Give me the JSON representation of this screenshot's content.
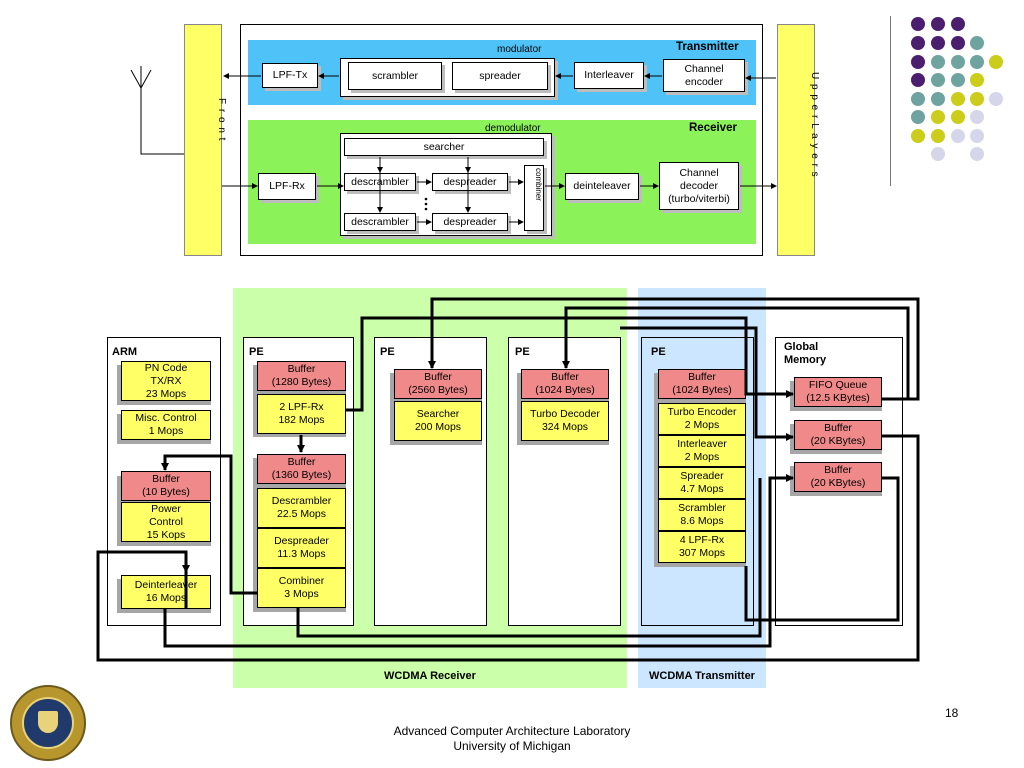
{
  "top": {
    "modulator_label": "modulator",
    "transmitter_label": "Transmitter",
    "receiver_label": "Receiver",
    "demodulator_label": "demodulator",
    "lpf_tx": "LPF-Tx",
    "scrambler": "scrambler",
    "spreader": "spreader",
    "interleaver": "Interleaver",
    "channel_encoder": [
      "Channel",
      "encoder"
    ],
    "lpf_rx": "LPF-Rx",
    "searcher": "searcher",
    "descrambler_1": "descrambler",
    "despreader_1": "despreader",
    "descrambler_2": "descrambler",
    "despreader_2": "despreader",
    "combiner_rot": "combiner",
    "deinteleaver": "deinteleaver",
    "channel_decoder": [
      "Channel",
      "decoder",
      "(turbo/viterbi)"
    ],
    "left_bar_rot": "F r o n t",
    "right_bar_rot": "U p p e r  L a y e r s"
  },
  "regions": {
    "wcdma_receiver": "WCDMA Receiver",
    "wcdma_transmitter": "WCDMA Transmitter"
  },
  "arm": {
    "title": "ARM",
    "pn_code": [
      "PN Code",
      "TX/RX",
      "23 Mops"
    ],
    "misc_control": [
      "Misc. Control",
      "1 Mops"
    ],
    "buffer": [
      "Buffer",
      "(10 Bytes)"
    ],
    "power_control": [
      "Power",
      "Control",
      "15 Kops"
    ],
    "deinterleaver": [
      "Deinterleaver",
      "16 Mops"
    ]
  },
  "pe1": {
    "title": "PE",
    "buffer_a": [
      "Buffer",
      "(1280 Bytes)"
    ],
    "lpf_rx": [
      "2 LPF-Rx",
      "182 Mops"
    ],
    "buffer_b": [
      "Buffer",
      "(1360 Bytes)"
    ],
    "descrambler": [
      "Descrambler",
      "22.5 Mops"
    ],
    "despreader": [
      "Despreader",
      "11.3 Mops"
    ],
    "combiner": [
      "Combiner",
      "3 Mops"
    ]
  },
  "pe2": {
    "title": "PE",
    "buffer": [
      "Buffer",
      "(2560 Bytes)"
    ],
    "searcher": [
      "Searcher",
      "200 Mops"
    ]
  },
  "pe3": {
    "title": "PE",
    "buffer": [
      "Buffer",
      "(1024 Bytes)"
    ],
    "turbo_decoder": [
      "Turbo Decoder",
      "324 Mops"
    ]
  },
  "pe4": {
    "title": "PE",
    "buffer": [
      "Buffer",
      "(1024 Bytes)"
    ],
    "turbo_encoder": [
      "Turbo Encoder",
      "2 Mops"
    ],
    "interleaver": [
      "Interleaver",
      "2 Mops"
    ],
    "spreader": [
      "Spreader",
      "4.7 Mops"
    ],
    "scrambler": [
      "Scrambler",
      "8.6 Mops"
    ],
    "lpf_rx": [
      "4 LPF-Rx",
      "307 Mops"
    ]
  },
  "global_memory": {
    "title": [
      "Global",
      "Memory"
    ],
    "fifo": [
      "FIFO Queue",
      "(12.5 KBytes)"
    ],
    "buffer_1": [
      "Buffer",
      "(20 KBytes)"
    ],
    "buffer_2": [
      "Buffer",
      "(20 KBytes)"
    ]
  },
  "footer": {
    "lab": "Advanced Computer Architecture Laboratory",
    "university": "University of Michigan",
    "page_number": "18"
  },
  "colors": {
    "transmitter_bg": "#4fc3f7",
    "receiver_bg": "#8cf25a",
    "yellow_bar": "#ffff66",
    "block_yellow": "#ffff66",
    "block_pink": "#f08a8a",
    "wcdma_receiver_bg": "#ccffaa",
    "wcdma_transmitter_bg": "#cce6ff",
    "dot_purple": "#4b1e6e",
    "dot_teal": "#6fa3a0",
    "dot_olive": "#cccc1a",
    "dot_lavender": "#d6d6ea"
  }
}
